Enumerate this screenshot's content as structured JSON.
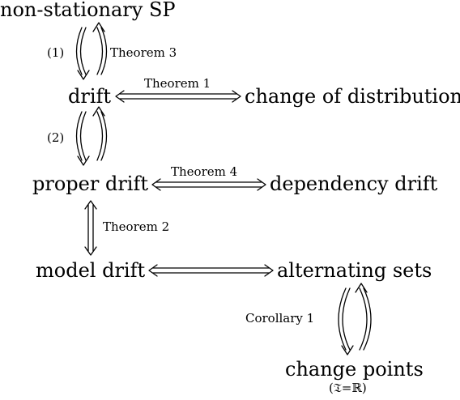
{
  "nodes": {
    "non_stationary_sp": "non-stationary SP",
    "drift": "drift",
    "change_of_distribution": "change of distribution",
    "proper_drift": "proper drift",
    "dependency_drift": "dependency drift",
    "model_drift": "model drift",
    "alternating_sets": "alternating sets",
    "change_points": "change points",
    "change_points_condition": "(𝔗=ℝ)"
  },
  "edges": {
    "sp_drift_forward": "(1)",
    "sp_drift_back": "Theorem 3",
    "drift_distribution": "Theorem 1",
    "drift_proper_forward": "(2)",
    "proper_dependency": "Theorem 4",
    "proper_model": "Theorem 2",
    "alternating_changepoints": "Corollary 1"
  }
}
